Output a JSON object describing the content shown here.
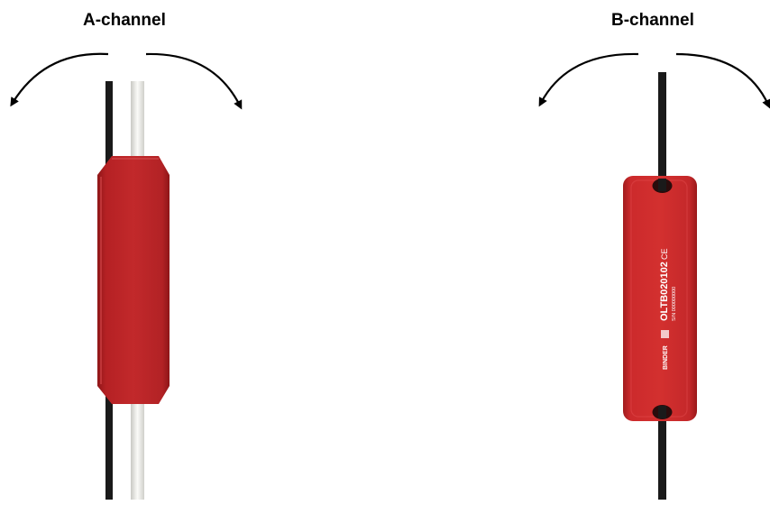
{
  "panel_a": {
    "title": "A-channel"
  },
  "panel_b": {
    "title": "B-channel",
    "label": {
      "model": "OLTB020102",
      "serial": "S/N 000000000",
      "ce_mark": "CE",
      "brand": "BINDER"
    }
  },
  "colors": {
    "sensor_red": "#c8282a",
    "sensor_dark_red": "#9e1c1e",
    "cable_black": "#1a1a1a",
    "cable_white": "#eeeeea"
  }
}
